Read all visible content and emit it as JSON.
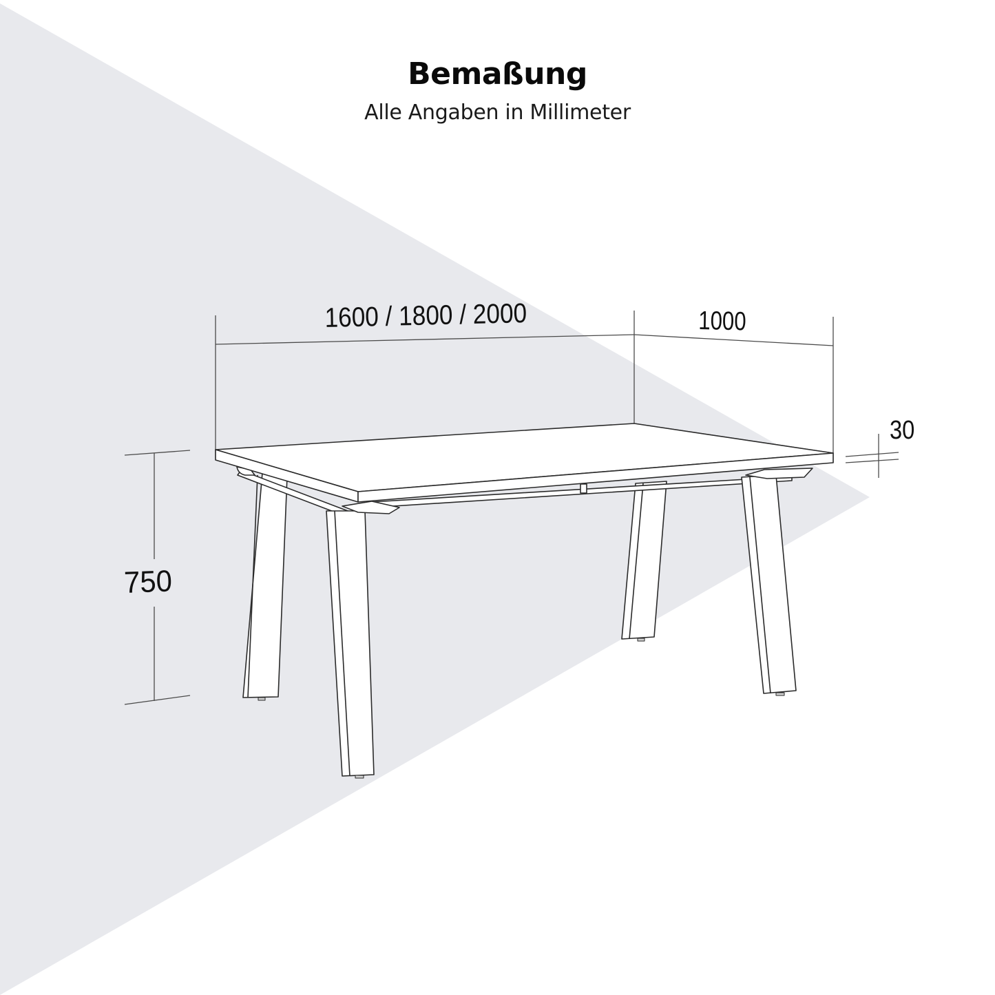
{
  "header": {
    "title": "Bemaßung",
    "subtitle": "Alle Angaben in Millimeter"
  },
  "dimensions": {
    "width_label": "1600 / 1800 / 2000",
    "depth_label": "1000",
    "thickness_label": "30",
    "height_label": "750",
    "unit": "mm"
  },
  "colors": {
    "background": "#ffffff",
    "accent_triangle": "#e8e9ed",
    "line": "#2a2a2a",
    "dimension_line": "#555555",
    "text": "#111111"
  },
  "drawing": {
    "subject": "table-line-drawing",
    "legs": 4,
    "view": "perspective"
  }
}
